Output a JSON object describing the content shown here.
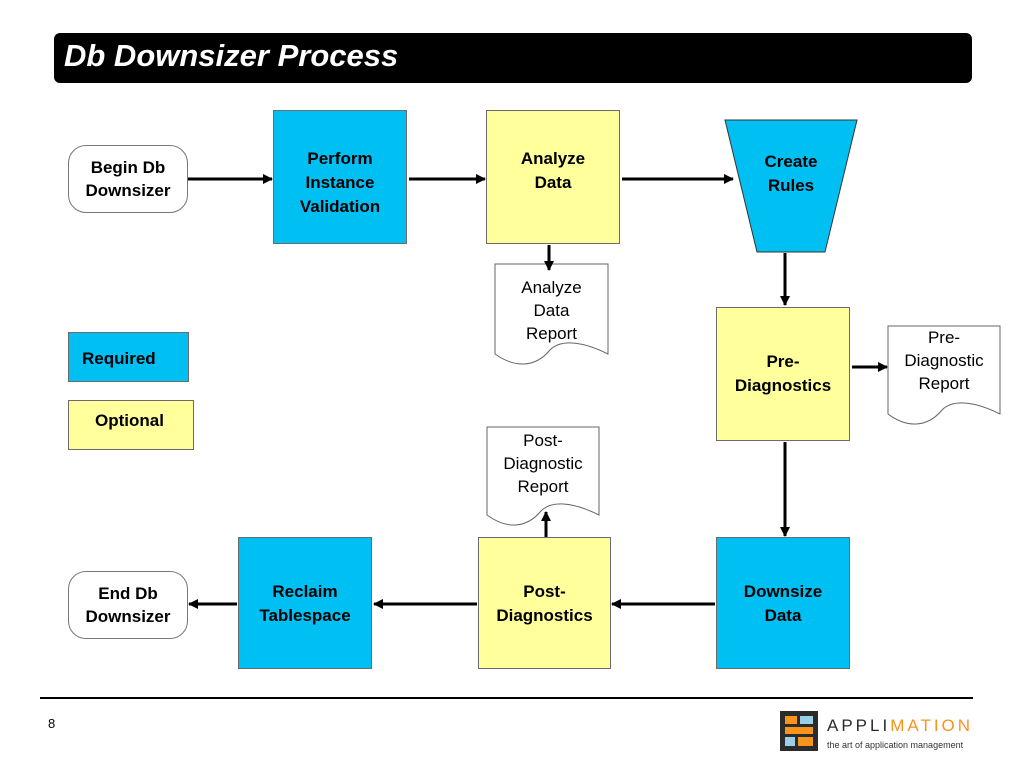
{
  "title": "Db Downsizer Process",
  "nodes": {
    "begin": "Begin Db\nDownsizer",
    "perform_validation": "Perform\nInstance\nValidation",
    "analyze_data": "Analyze\nData",
    "create_rules": "Create\nRules",
    "analyze_report": "Analyze\nData\nReport",
    "pre_diagnostics": "Pre-\nDiagnostics",
    "pre_report": "Pre-\nDiagnostic\nReport",
    "post_report": "Post-\nDiagnostic\nReport",
    "downsize_data": "Downsize\nData",
    "post_diagnostics": "Post-\nDiagnostics",
    "reclaim_tablespace": "Reclaim\nTablespace",
    "end": "End Db\nDownsizer"
  },
  "legend": {
    "required": "Required",
    "optional": "Optional"
  },
  "colors": {
    "required": "#00bff3",
    "optional": "#ffff9c",
    "title_bar": "#000000",
    "logo_accent": "#f7941d"
  },
  "footer": {
    "page_number": "8",
    "logo_prefix": "APPLI",
    "logo_suffix": "MATION",
    "tagline": "the art of application management"
  }
}
